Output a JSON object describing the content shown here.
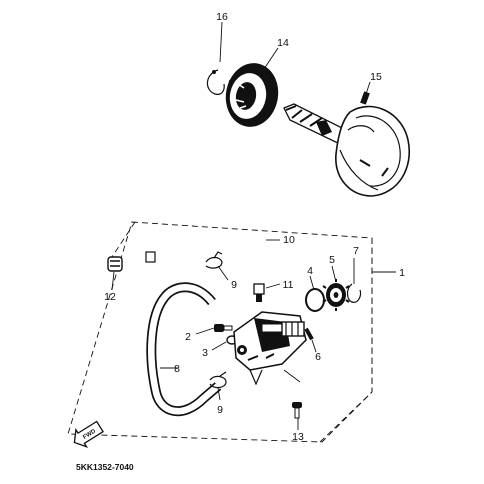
{
  "diagram": {
    "part_code": "5KK1352-7040",
    "fwd_label": "FWD",
    "callouts": [
      {
        "id": "c16",
        "text": "16"
      },
      {
        "id": "c14",
        "text": "14"
      },
      {
        "id": "c15",
        "text": "15"
      },
      {
        "id": "c10",
        "text": "10"
      },
      {
        "id": "c1",
        "text": "1"
      },
      {
        "id": "c9a",
        "text": "9"
      },
      {
        "id": "c11",
        "text": "11"
      },
      {
        "id": "c4",
        "text": "4"
      },
      {
        "id": "c5",
        "text": "5"
      },
      {
        "id": "c7",
        "text": "7"
      },
      {
        "id": "c12",
        "text": "12"
      },
      {
        "id": "c2",
        "text": "2"
      },
      {
        "id": "c3",
        "text": "3"
      },
      {
        "id": "c8",
        "text": "8"
      },
      {
        "id": "c6",
        "text": "6"
      },
      {
        "id": "c9b",
        "text": "9"
      },
      {
        "id": "c13",
        "text": "13"
      }
    ]
  }
}
